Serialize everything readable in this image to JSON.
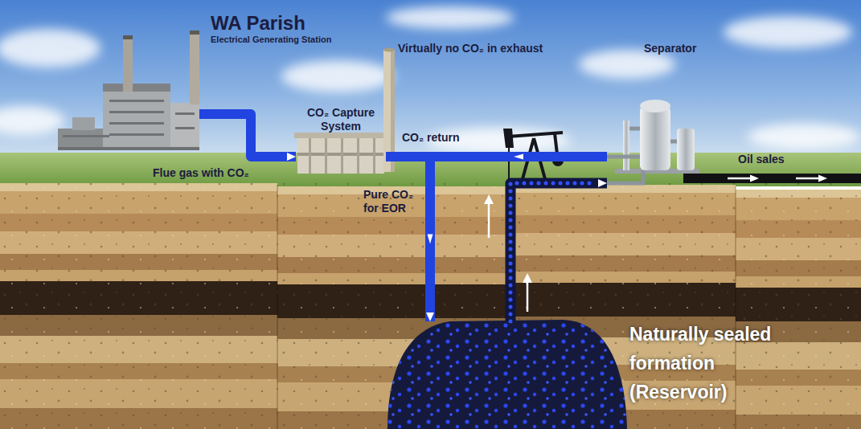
{
  "diagram": {
    "nodes": [
      {
        "text": [
          "WA Parish",
          "Electrical Generating Station"
        ]
      },
      {
        "text": [
          "CO₂ Capture System"
        ]
      },
      {
        "text": [
          "Separator"
        ]
      },
      {
        "text": [
          "Naturally sealed formation (Reservoir)"
        ]
      }
    ],
    "edges": [
      {
        "from": 0,
        "to": 1,
        "arrow": "to",
        "label": "Flue gas with CO₂"
      },
      {
        "from": 1,
        "to": 3,
        "arrow": "to",
        "label": "Pure CO₂ for EOR"
      },
      {
        "from": 3,
        "to": 2,
        "arrow": "to"
      },
      {
        "from": 2,
        "to": 3,
        "arrow": "to",
        "label": "CO₂ return"
      }
    ],
    "labels": [
      "Virtually no CO₂ in exhaust",
      "Oil sales"
    ]
  }
}
